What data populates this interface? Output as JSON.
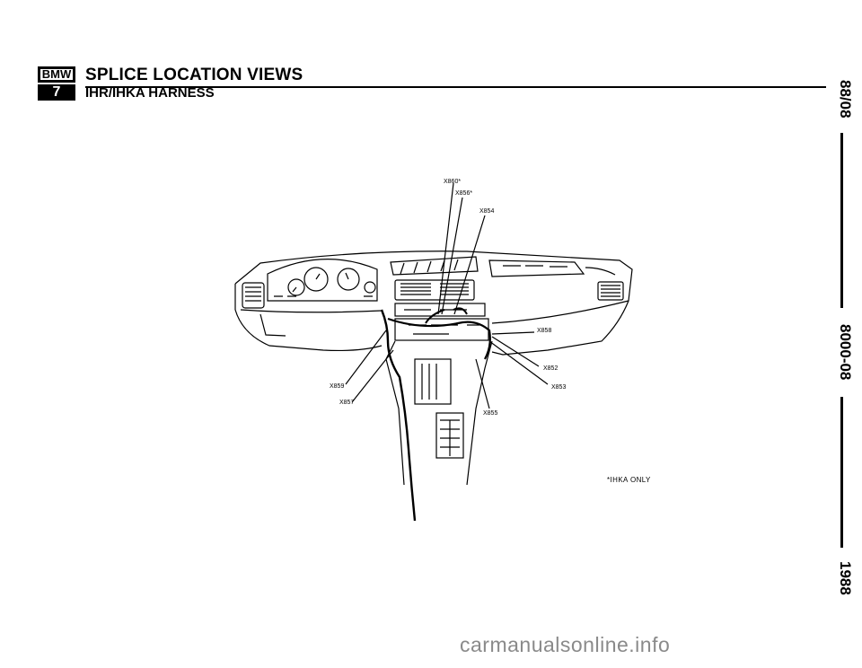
{
  "header": {
    "logo_top": "BMW",
    "logo_bottom": "7",
    "title": "SPLICE LOCATION VIEWS",
    "subtitle": "IHR/IHKA HARNESS"
  },
  "side": {
    "top": "88/08",
    "middle": "8000-08",
    "bottom": "1988"
  },
  "callouts": {
    "x860": "X860*",
    "x856": "X856*",
    "x854": "X854",
    "x858": "X858",
    "x852": "X852",
    "x853": "X853",
    "x855": "X855",
    "x859": "X859",
    "x857": "X857"
  },
  "footnote": "*IHKA ONLY",
  "watermark": "carmanualsonline.info"
}
